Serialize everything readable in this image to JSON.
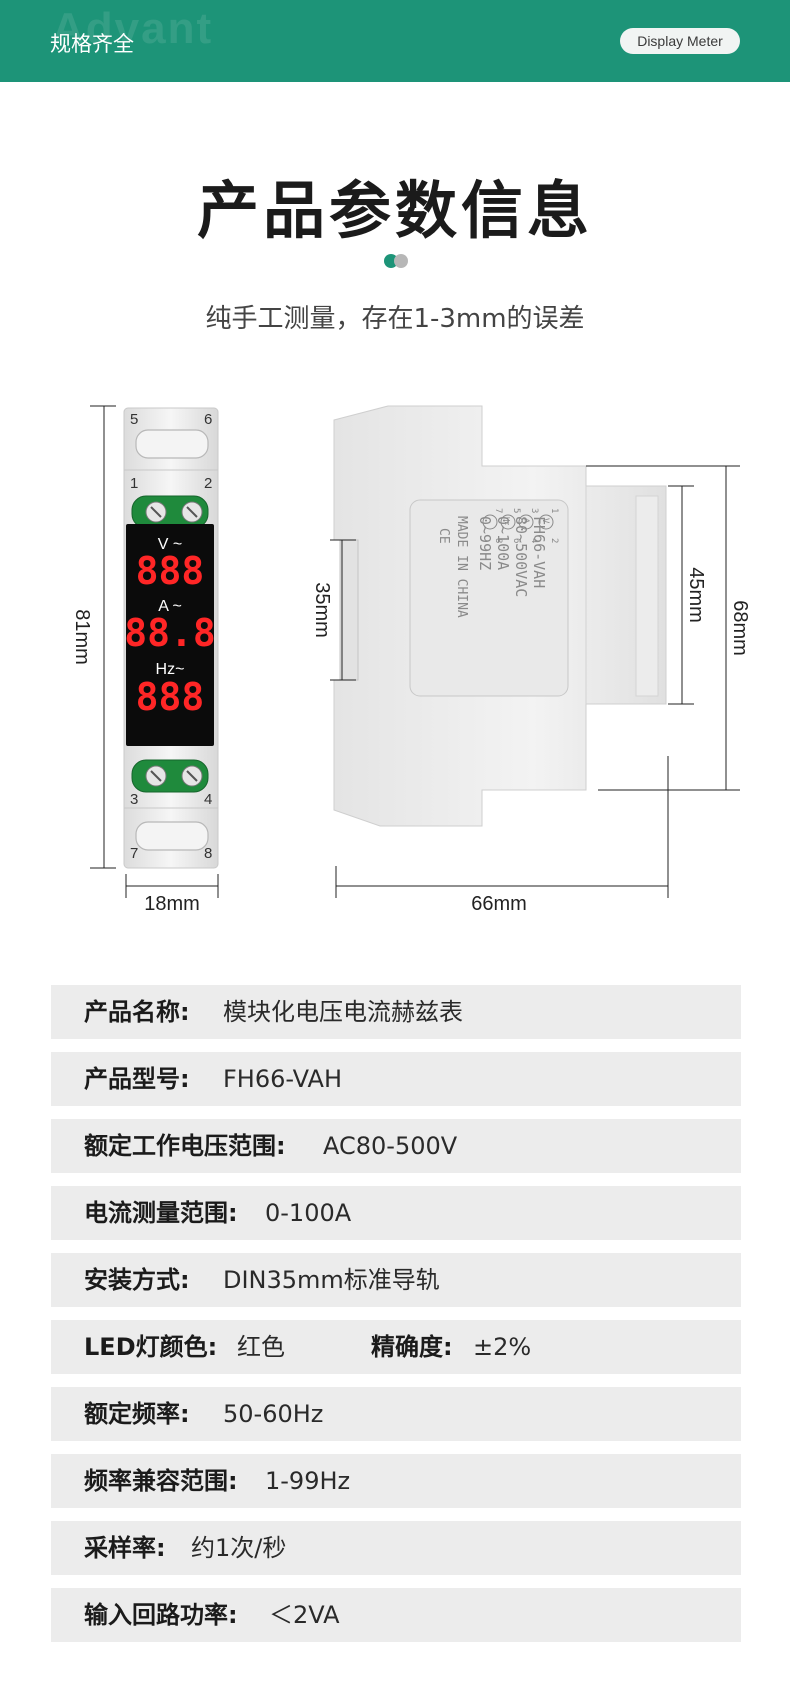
{
  "header": {
    "ghost_text": "Advant",
    "title": "规格齐全",
    "badge": "Display Meter",
    "color": "#1d9478"
  },
  "section": {
    "title": "产品参数信息",
    "note": "纯手工测量，存在1-3mm的误差"
  },
  "drawing": {
    "front": {
      "terminals_top": [
        "5",
        "6"
      ],
      "terminals_mid_top": [
        "1",
        "2"
      ],
      "terminals_mid_bottom": [
        "3",
        "4"
      ],
      "terminals_bottom": [
        "7",
        "8"
      ],
      "display_rows": [
        {
          "unit": "V ~",
          "digits": "888"
        },
        {
          "unit": "A ~",
          "digits": "88.8"
        },
        {
          "unit": "Hz~",
          "digits": "888"
        }
      ],
      "height_dim": "81mm",
      "width_dim": "18mm"
    },
    "side": {
      "rail_dim": "35mm",
      "inner_dim": "45mm",
      "outer_dim": "68mm",
      "depth_dim": "66mm",
      "label_model": "FH66-VAH",
      "label_voltage": "80~500VAC",
      "label_current": "0~100A",
      "label_freq": "0~99HZ",
      "label_origin": "MADE IN CHINA",
      "label_ce": "CE",
      "pins": [
        "1",
        "2",
        "3",
        "4",
        "5",
        "6",
        "7",
        "8"
      ],
      "pin_symbols": [
        "V",
        "A",
        "Hz"
      ]
    }
  },
  "specs": [
    {
      "label": "产品名称:",
      "value": "模块化电压电流赫兹表"
    },
    {
      "label": "产品型号:",
      "value": "FH66-VAH"
    },
    {
      "label": "额定工作电压范围:",
      "value": "AC80-500V"
    },
    {
      "label": "电流测量范围:",
      "value": "0-100A"
    },
    {
      "label": "安装方式:",
      "value": "DIN35mm标准导轨"
    },
    {
      "label": "LED灯颜色:",
      "value": "红色",
      "label2": "精确度:",
      "value2": "±2%"
    },
    {
      "label": "额定频率:",
      "value": "50-60Hz"
    },
    {
      "label": "频率兼容范围:",
      "value": "1-99Hz"
    },
    {
      "label": "采样率:",
      "value": "约1次/秒"
    },
    {
      "label": "输入回路功率:",
      "value": "＜2VA"
    }
  ]
}
